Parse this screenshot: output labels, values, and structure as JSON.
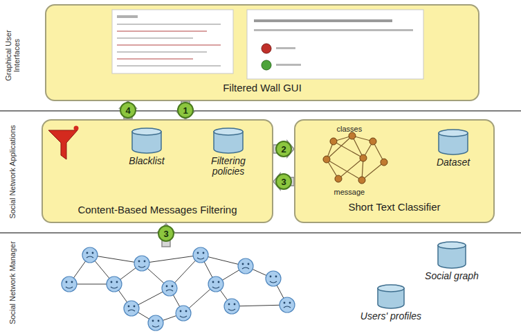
{
  "diagram": {
    "nodes": [
      {
        "text": [
          "Filtered Wall GUI"
        ]
      },
      {
        "text": [
          "Content-Based Messages Filtering"
        ]
      },
      {
        "text": [
          "Blacklist"
        ],
        "in": 1
      },
      {
        "text": [
          "Filtering policies"
        ],
        "in": 1
      },
      {
        "text": [
          "Short Text Classifier"
        ]
      },
      {
        "text": [
          "Dataset"
        ],
        "in": 4
      },
      {
        "text": [
          "Social graph"
        ]
      },
      {
        "text": [
          "Users' profiles"
        ]
      }
    ],
    "edges": [
      {
        "from": 1,
        "to": 0,
        "arrow": "to",
        "label": "4"
      },
      {
        "from": 0,
        "to": 1,
        "arrow": "to",
        "label": "1"
      },
      {
        "from": 1,
        "to": 4,
        "arrow": "to",
        "label": "2"
      },
      {
        "from": 4,
        "to": 1,
        "arrow": "to",
        "label": "3"
      }
    ],
    "labels": [
      "Graphical User Interfaces",
      "Social Network Applications",
      "Social Network Manager",
      "classes",
      "message",
      "3"
    ]
  }
}
